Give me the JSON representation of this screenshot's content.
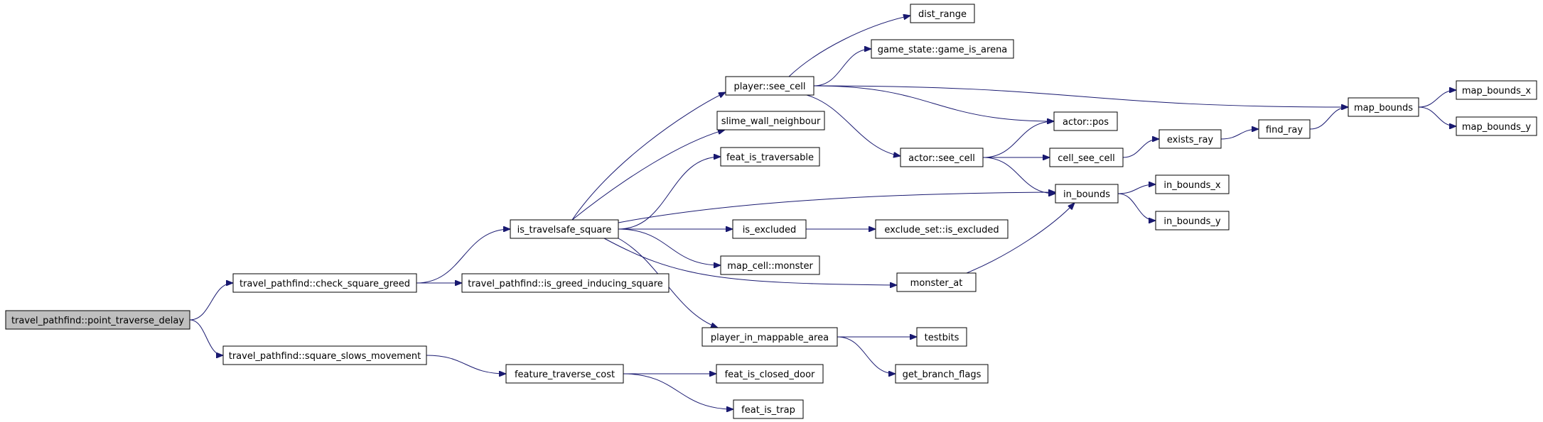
{
  "diagram": {
    "type": "call-graph",
    "colors": {
      "edge": "#191970",
      "node_border": "#000000",
      "root_fill": "#bfbfbf",
      "node_fill": "#ffffff"
    },
    "nodes": [
      {
        "id": "point_traverse_delay",
        "label": "travel_pathfind::point_traverse_delay",
        "root": true
      },
      {
        "id": "check_square_greed",
        "label": "travel_pathfind::check_square_greed"
      },
      {
        "id": "square_slows_movement",
        "label": "travel_pathfind::square_slows_movement"
      },
      {
        "id": "is_travelsafe_square",
        "label": "is_travelsafe_square"
      },
      {
        "id": "is_greed_inducing_square",
        "label": "travel_pathfind::is_greed_inducing_square"
      },
      {
        "id": "feature_traverse_cost",
        "label": "feature_traverse_cost"
      },
      {
        "id": "player_see_cell",
        "label": "player::see_cell"
      },
      {
        "id": "slime_wall_neighbour",
        "label": "slime_wall_neighbour"
      },
      {
        "id": "feat_is_traversable",
        "label": "feat_is_traversable"
      },
      {
        "id": "is_excluded",
        "label": "is_excluded"
      },
      {
        "id": "map_cell_monster",
        "label": "map_cell::monster"
      },
      {
        "id": "monster_at",
        "label": "monster_at"
      },
      {
        "id": "player_in_mappable_area",
        "label": "player_in_mappable_area"
      },
      {
        "id": "feat_is_closed_door",
        "label": "feat_is_closed_door"
      },
      {
        "id": "feat_is_trap",
        "label": "feat_is_trap"
      },
      {
        "id": "dist_range",
        "label": "dist_range"
      },
      {
        "id": "game_is_arena",
        "label": "game_state::game_is_arena"
      },
      {
        "id": "actor_see_cell",
        "label": "actor::see_cell"
      },
      {
        "id": "exclude_set_is_excluded",
        "label": "exclude_set::is_excluded"
      },
      {
        "id": "testbits",
        "label": "testbits"
      },
      {
        "id": "get_branch_flags",
        "label": "get_branch_flags"
      },
      {
        "id": "actor_pos",
        "label": "actor::pos"
      },
      {
        "id": "cell_see_cell",
        "label": "cell_see_cell"
      },
      {
        "id": "in_bounds",
        "label": "in_bounds"
      },
      {
        "id": "exists_ray",
        "label": "exists_ray"
      },
      {
        "id": "in_bounds_x",
        "label": "in_bounds_x"
      },
      {
        "id": "in_bounds_y",
        "label": "in_bounds_y"
      },
      {
        "id": "find_ray",
        "label": "find_ray"
      },
      {
        "id": "map_bounds",
        "label": "map_bounds"
      },
      {
        "id": "map_bounds_x",
        "label": "map_bounds_x"
      },
      {
        "id": "map_bounds_y",
        "label": "map_bounds_y"
      }
    ],
    "edges": [
      {
        "from": "point_traverse_delay",
        "to": "check_square_greed"
      },
      {
        "from": "point_traverse_delay",
        "to": "square_slows_movement"
      },
      {
        "from": "check_square_greed",
        "to": "is_travelsafe_square"
      },
      {
        "from": "check_square_greed",
        "to": "is_greed_inducing_square"
      },
      {
        "from": "square_slows_movement",
        "to": "feature_traverse_cost"
      },
      {
        "from": "feature_traverse_cost",
        "to": "feat_is_closed_door"
      },
      {
        "from": "feature_traverse_cost",
        "to": "feat_is_trap"
      },
      {
        "from": "is_travelsafe_square",
        "to": "player_see_cell"
      },
      {
        "from": "is_travelsafe_square",
        "to": "slime_wall_neighbour"
      },
      {
        "from": "is_travelsafe_square",
        "to": "feat_is_traversable"
      },
      {
        "from": "is_travelsafe_square",
        "to": "in_bounds"
      },
      {
        "from": "is_travelsafe_square",
        "to": "is_excluded"
      },
      {
        "from": "is_travelsafe_square",
        "to": "map_cell_monster"
      },
      {
        "from": "is_travelsafe_square",
        "to": "monster_at"
      },
      {
        "from": "is_travelsafe_square",
        "to": "player_in_mappable_area"
      },
      {
        "from": "player_see_cell",
        "to": "dist_range"
      },
      {
        "from": "player_see_cell",
        "to": "game_is_arena"
      },
      {
        "from": "player_see_cell",
        "to": "map_bounds"
      },
      {
        "from": "player_see_cell",
        "to": "actor_pos"
      },
      {
        "from": "player_see_cell",
        "to": "actor_see_cell"
      },
      {
        "from": "actor_see_cell",
        "to": "actor_pos"
      },
      {
        "from": "actor_see_cell",
        "to": "cell_see_cell"
      },
      {
        "from": "actor_see_cell",
        "to": "in_bounds"
      },
      {
        "from": "cell_see_cell",
        "to": "exists_ray"
      },
      {
        "from": "exists_ray",
        "to": "find_ray"
      },
      {
        "from": "find_ray",
        "to": "map_bounds"
      },
      {
        "from": "map_bounds",
        "to": "map_bounds_x"
      },
      {
        "from": "map_bounds",
        "to": "map_bounds_y"
      },
      {
        "from": "in_bounds",
        "to": "in_bounds_x"
      },
      {
        "from": "in_bounds",
        "to": "in_bounds_y"
      },
      {
        "from": "is_excluded",
        "to": "exclude_set_is_excluded"
      },
      {
        "from": "monster_at",
        "to": "in_bounds"
      },
      {
        "from": "player_in_mappable_area",
        "to": "testbits"
      },
      {
        "from": "player_in_mappable_area",
        "to": "get_branch_flags"
      }
    ]
  }
}
